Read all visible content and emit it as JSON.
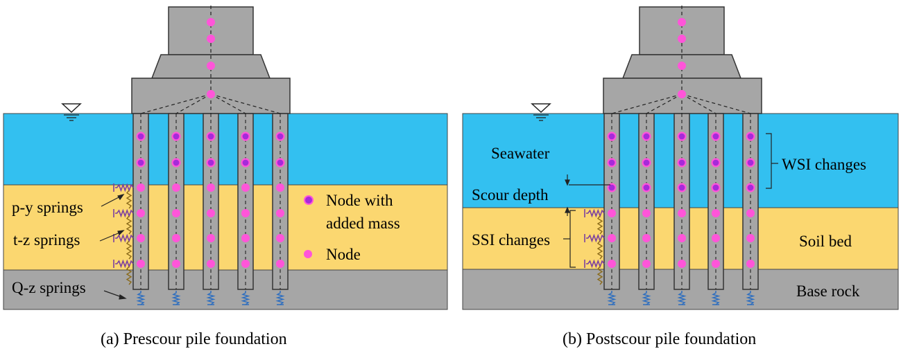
{
  "colors": {
    "water": "#33c0f0",
    "soil": "#fbd770",
    "rock": "#a6a6a6",
    "structure": "#a6a6a6",
    "node": "#ff55d9",
    "node_mass_fill": "#a62ad9",
    "spring_py": "#7a3fa0",
    "spring_tz": "#8a6a1a",
    "spring_qz": "#2f6fbf"
  },
  "panel_a": {
    "caption": "(a) Prescour pile foundation",
    "labels": {
      "py": "p-y springs",
      "tz": "t-z springs",
      "qz": "Q-z springs",
      "legend_mass_1": "Node with",
      "legend_mass_2": "added mass",
      "legend_node": "Node"
    }
  },
  "panel_b": {
    "caption": "(b) Postscour pile foundation",
    "labels": {
      "seawater": "Seawater",
      "scour": "Scour depth",
      "ssi": "SSI changes",
      "wsi": "WSI changes",
      "soil": "Soil bed",
      "rock": "Base rock"
    }
  },
  "icons": {
    "water_level": "water-level-triangle-icon"
  }
}
